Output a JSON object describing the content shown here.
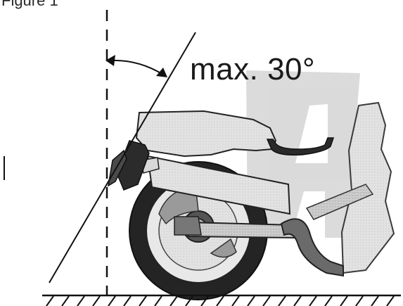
{
  "figure": {
    "caption": "Figure 1",
    "max_angle_label": "max. 30°"
  },
  "colors": {
    "ink": "#1a1a1a",
    "tire": "#2a2a2a",
    "body_light": "#e6e6e6",
    "body_mid": "#c8c8c8",
    "watermark": "#bdbdbd"
  },
  "icons": {
    "watermark": "letter-A-watermark"
  }
}
